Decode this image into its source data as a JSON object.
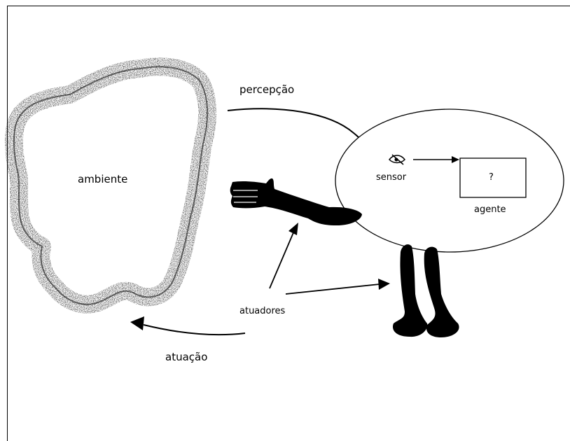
{
  "labels": {
    "environment": "ambiente",
    "perception": "percepção",
    "sensor": "sensor",
    "agent": "agente",
    "agent_unknown": "?",
    "actuators": "atuadores",
    "action": "atuação"
  },
  "colors": {
    "ink": "#000000",
    "background": "#ffffff"
  },
  "icons": {
    "sensor": "eye-icon"
  }
}
